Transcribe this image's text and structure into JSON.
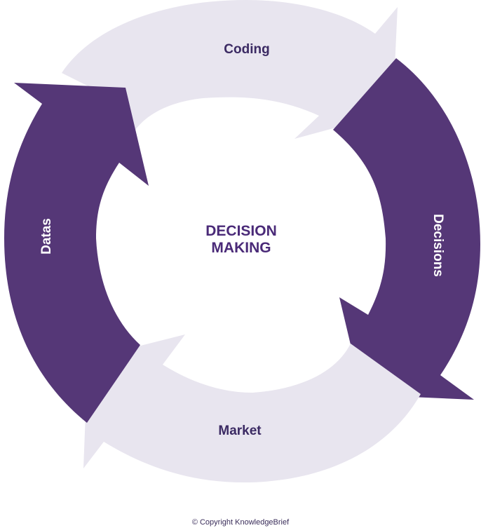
{
  "colors": {
    "dark": "#553777",
    "light": "#e8e5ef",
    "label_on_light": "#3b2a63",
    "label_on_dark": "#ffffff",
    "center": "#4a2a78"
  },
  "cycle": {
    "center_title_line1": "DECISION",
    "center_title_line2": "MAKING",
    "steps": [
      {
        "label": "Coding",
        "tone": "light"
      },
      {
        "label": "Decisions",
        "tone": "dark"
      },
      {
        "label": "Market",
        "tone": "light"
      },
      {
        "label": "Datas",
        "tone": "dark"
      }
    ]
  },
  "footer": {
    "copyright": "© Copyright KnowledgeBrief"
  }
}
